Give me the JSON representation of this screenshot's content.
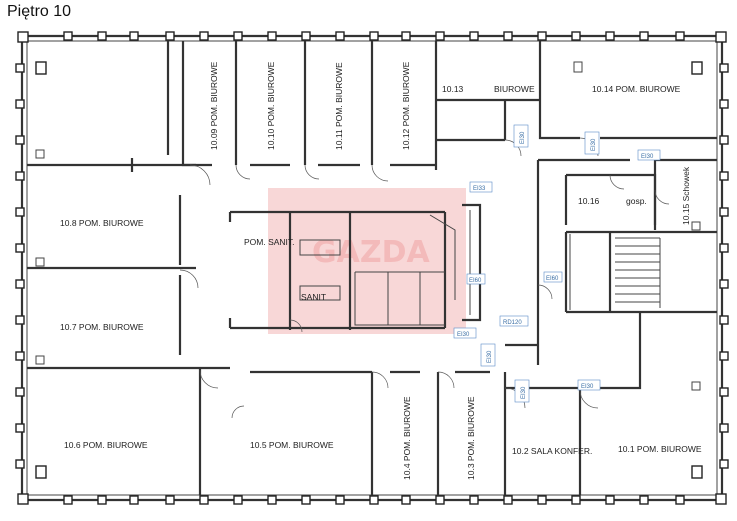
{
  "title": "Piętro 10",
  "watermark": {
    "text": "GAZDA",
    "color": "#f3b7b7"
  },
  "colors": {
    "wall": "#333333",
    "highlight": "#f6c9c9",
    "tag": "#3a6ea5",
    "stair_accent": "#7ea3d6"
  },
  "rooms": {
    "r1009": "10.09 POM. BIUROWE",
    "r1010": "10.10 POM. BIUROWE",
    "r1011": "10.11 POM. BIUROWE",
    "r1012": "10.12 POM. BIUROWE",
    "r1013": "10.13",
    "r1013b": "BIUROWE",
    "r1014": "10.14 POM. BIUROWE",
    "r108": "10.8 POM. BIUROWE",
    "r1016": "10.16",
    "gosp": "gosp.",
    "r1015": "10.15 Schowek",
    "pom_sanit": "POM. SANIT.",
    "sanit": "SANIT",
    "r107": "10.7 POM. BIUROWE",
    "r106": "10.6 POM. BIUROWE",
    "r105": "10.5 POM. BIUROWE",
    "r104": "10.4 POM. BIUROWE",
    "r103": "10.3 POM. BIUROWE",
    "r102": "10.2 SALA KONFER.",
    "r101": "10.1 POM. BIUROWE"
  },
  "door_tags": {
    "t1": "EI30",
    "t2": "EI30",
    "t3": "EI30",
    "t4": "EI33",
    "t5": "EI60",
    "t6": "EI60",
    "t7": "EI30",
    "t8": "RD120",
    "t9": "EI30",
    "t10": "EI30",
    "t11": "EI30"
  }
}
